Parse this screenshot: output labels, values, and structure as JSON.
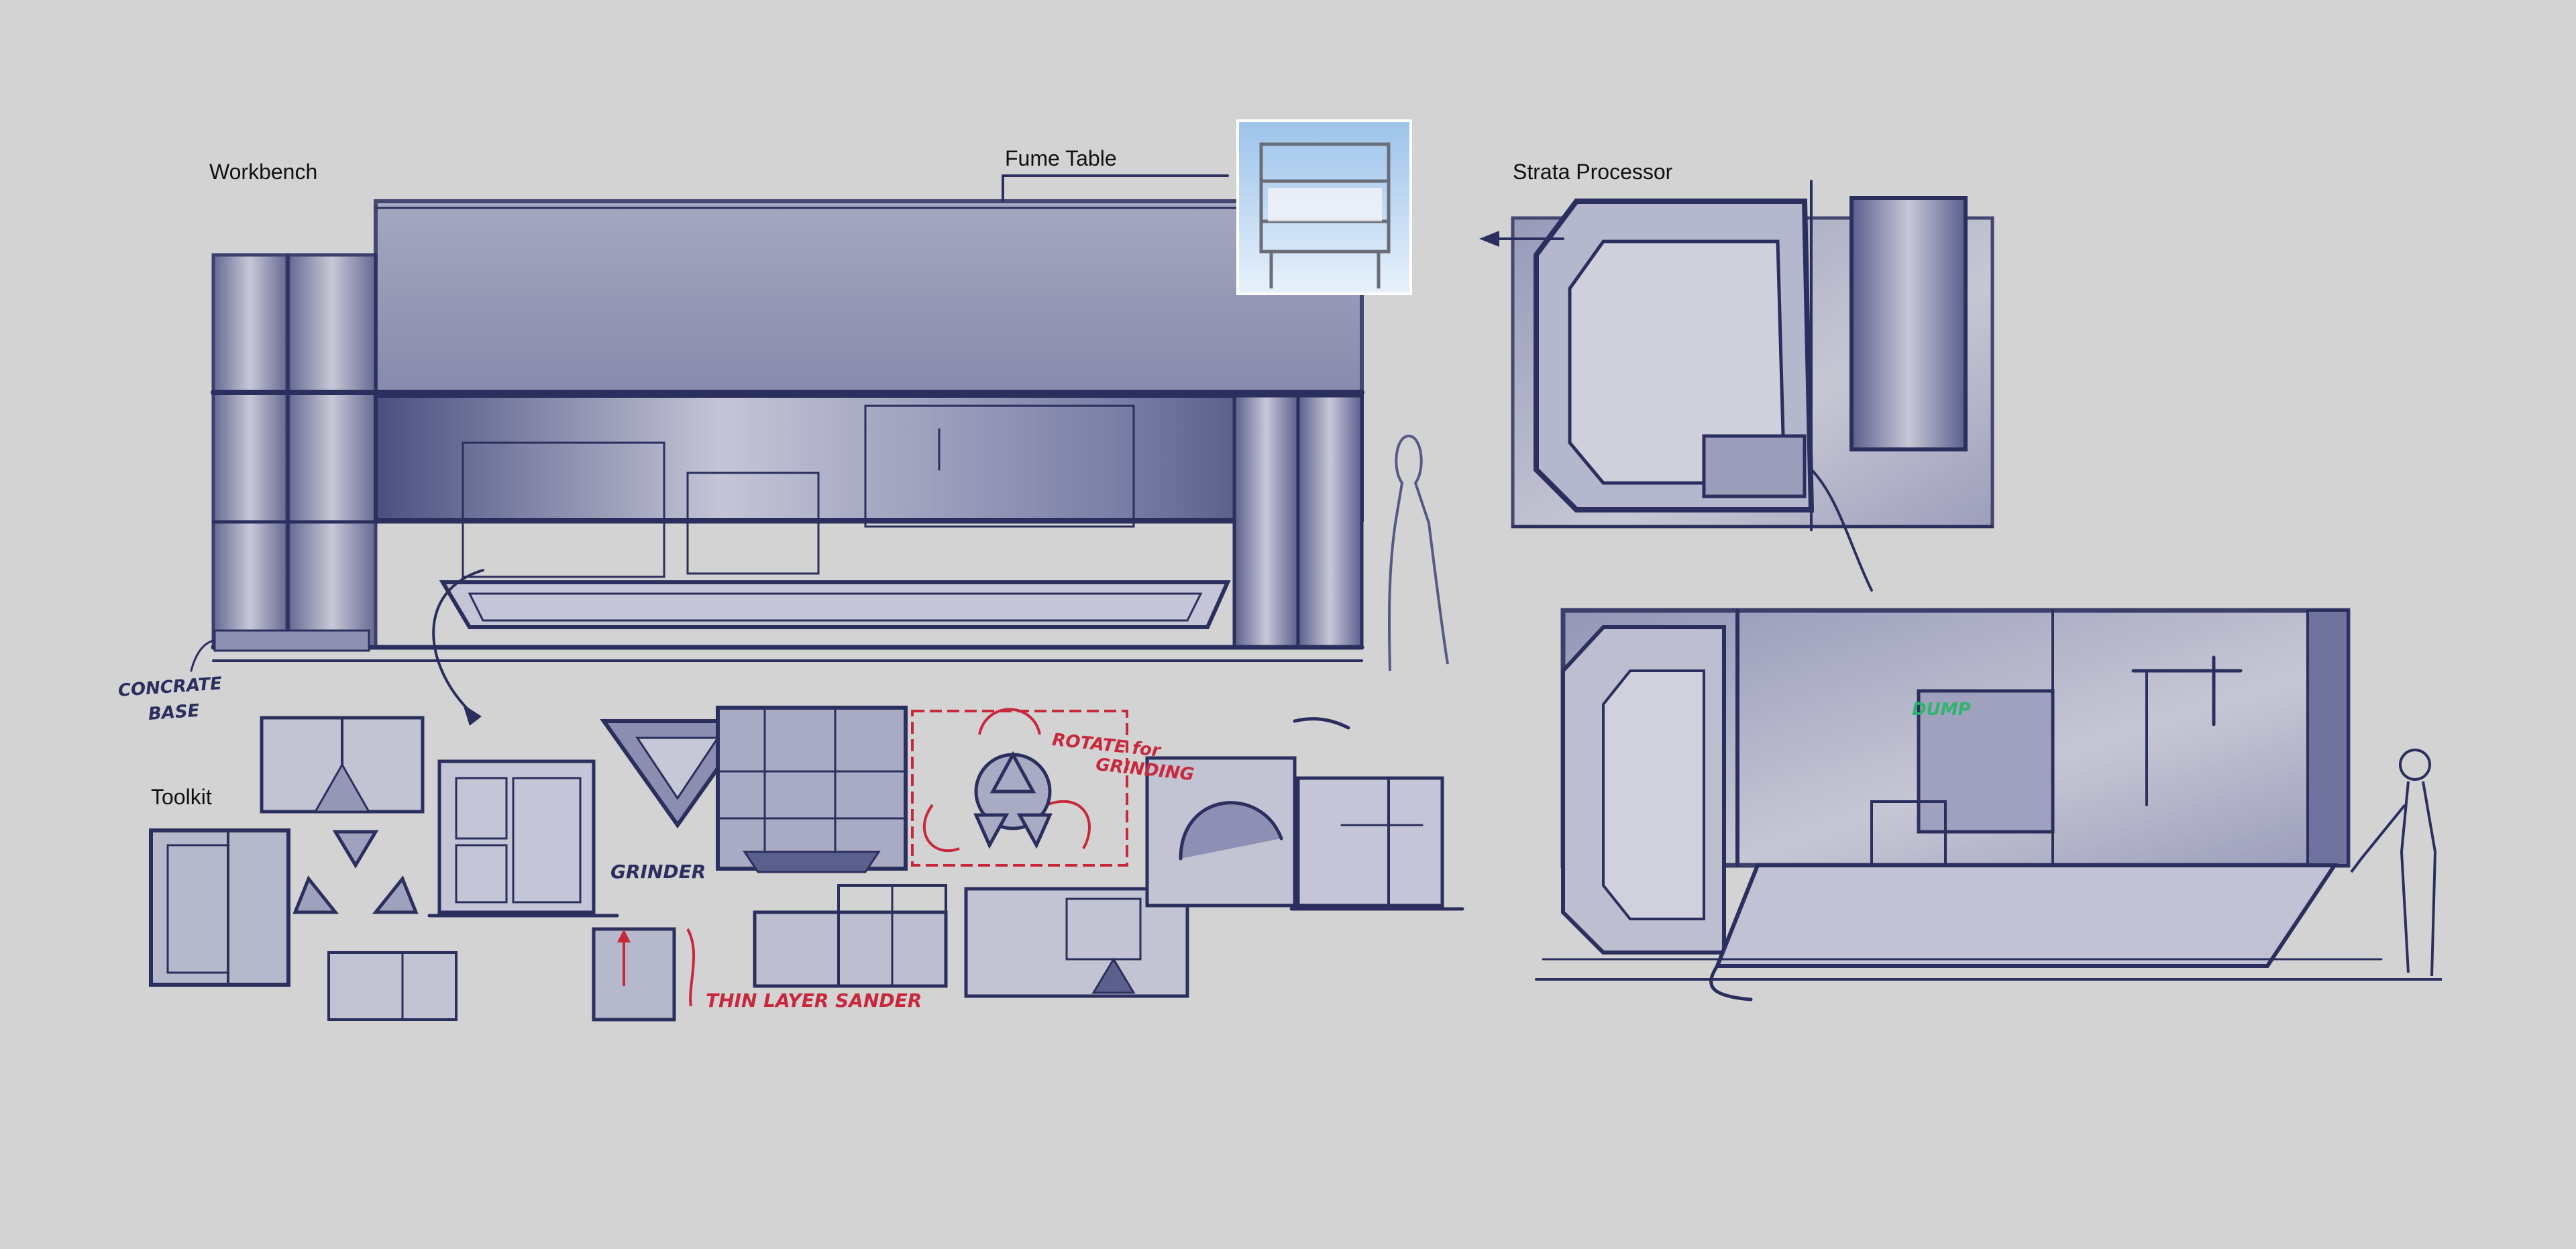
{
  "labels": {
    "workbench": "Workbench",
    "fume_table": "Fume Table",
    "strata_processor": "Strata Processor",
    "toolkit": "Toolkit"
  },
  "annotations": {
    "concrete_base_1": "CONCRATE",
    "concrete_base_2": "BASE",
    "grinder": "GRINDER",
    "rotate_1": "ROTATE for",
    "rotate_2": "GRINDING",
    "thin_layer_sander": "THIN LAYER SANDER",
    "dump": "DUMP"
  },
  "colors": {
    "background": "#d4d3d3",
    "ink": "#2b2f5e",
    "ink_light": "#6b6f9a",
    "shade": "#a8aac4",
    "annotation_red": "#c8283c",
    "annotation_green": "#2fb56e"
  }
}
